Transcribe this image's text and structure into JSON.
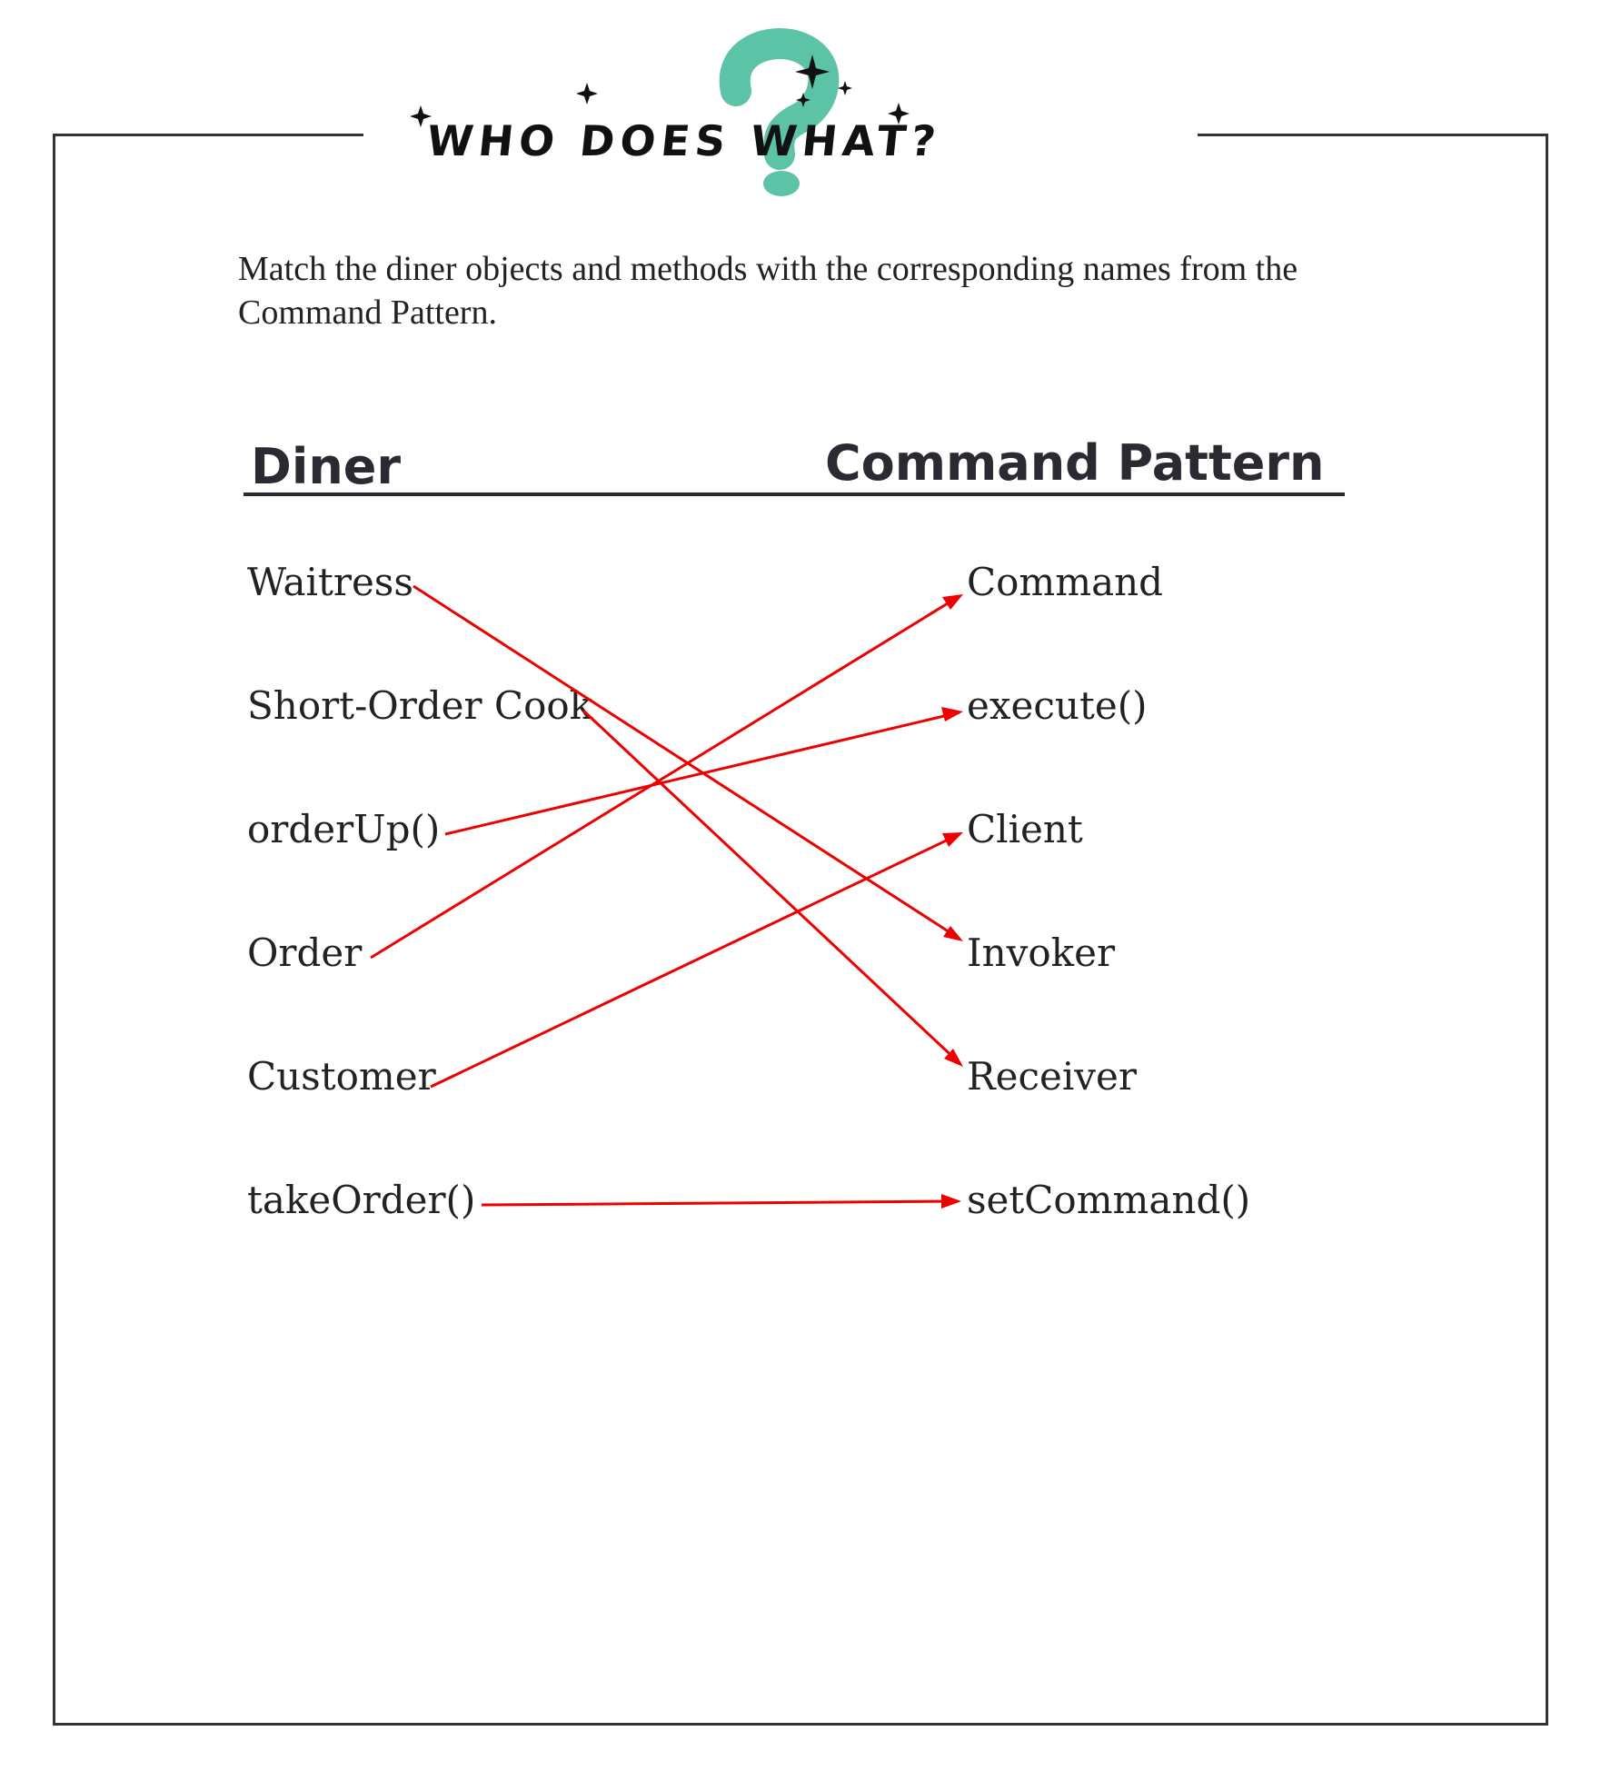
{
  "title": "WHO DOES WHAT?",
  "instructions": "Match the diner objects and methods with the corresponding names from the Command Pattern.",
  "headers": {
    "left": "Diner",
    "right": "Command Pattern"
  },
  "diner_items": [
    "Waitress",
    "Short-Order Cook",
    "orderUp()",
    "Order",
    "Customer",
    "takeOrder()"
  ],
  "pattern_items": [
    "Command",
    "execute()",
    "Client",
    "Invoker",
    "Receiver",
    "setCommand()"
  ],
  "matches": [
    {
      "from": "Waitress",
      "to": "Invoker"
    },
    {
      "from": "Short-Order Cook",
      "to": "Receiver"
    },
    {
      "from": "orderUp()",
      "to": "execute()"
    },
    {
      "from": "Order",
      "to": "Command"
    },
    {
      "from": "Customer",
      "to": "Client"
    },
    {
      "from": "takeOrder()",
      "to": "setCommand()"
    }
  ],
  "colors": {
    "arrow": "#ee0000",
    "question_mark": "#5cc3a7",
    "frame": "#333333"
  }
}
